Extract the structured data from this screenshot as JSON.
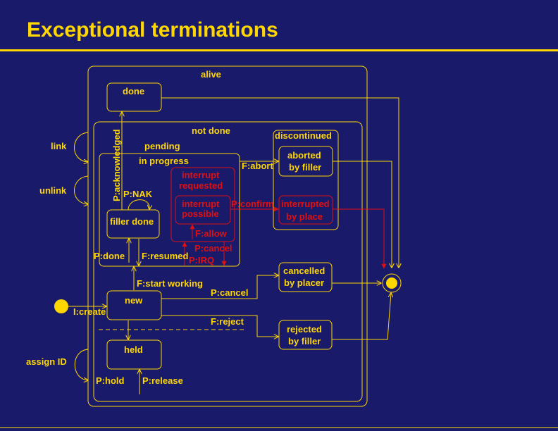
{
  "title": "Exceptional terminations",
  "colors": {
    "background": "#1a1a6b",
    "accent": "#ffd700",
    "interrupt": "#e01010"
  },
  "states": {
    "alive": "alive",
    "done": "done",
    "not_done": "not done",
    "pending": "pending",
    "in_progress": "in progress",
    "filler_done": "filler done",
    "interrupt_requested_1": "interrupt",
    "interrupt_requested_2": "requested",
    "interrupt_possible_1": "interrupt",
    "interrupt_possible_2": "possible",
    "discontinued": "discontinued",
    "aborted_1": "aborted",
    "aborted_2": "by filler",
    "interrupted_1": "interrupted",
    "interrupted_2": "by place",
    "new": "new",
    "held": "held",
    "cancelled_1": "cancelled",
    "cancelled_2": "by placer",
    "rejected_1": "rejected",
    "rejected_2": "by filler"
  },
  "transitions": {
    "link": "link",
    "unlink": "unlink",
    "assign_id": "assign ID",
    "create": "I:create",
    "acknowledged": "P:acknowledged",
    "nak": "P:NAK",
    "p_done": "P:done",
    "f_resumed": "F:resumed",
    "f_start_working": "F:start working",
    "p_cancel_new": "P:cancel",
    "f_reject": "F:reject",
    "f_abort": "F:abort",
    "p_confirm": "P:confirm",
    "f_allow": "F:allow",
    "p_cancel_irq": "P:cancel",
    "p_irq": "P:IRQ",
    "p_hold": "P:hold",
    "p_release": "P:release"
  }
}
